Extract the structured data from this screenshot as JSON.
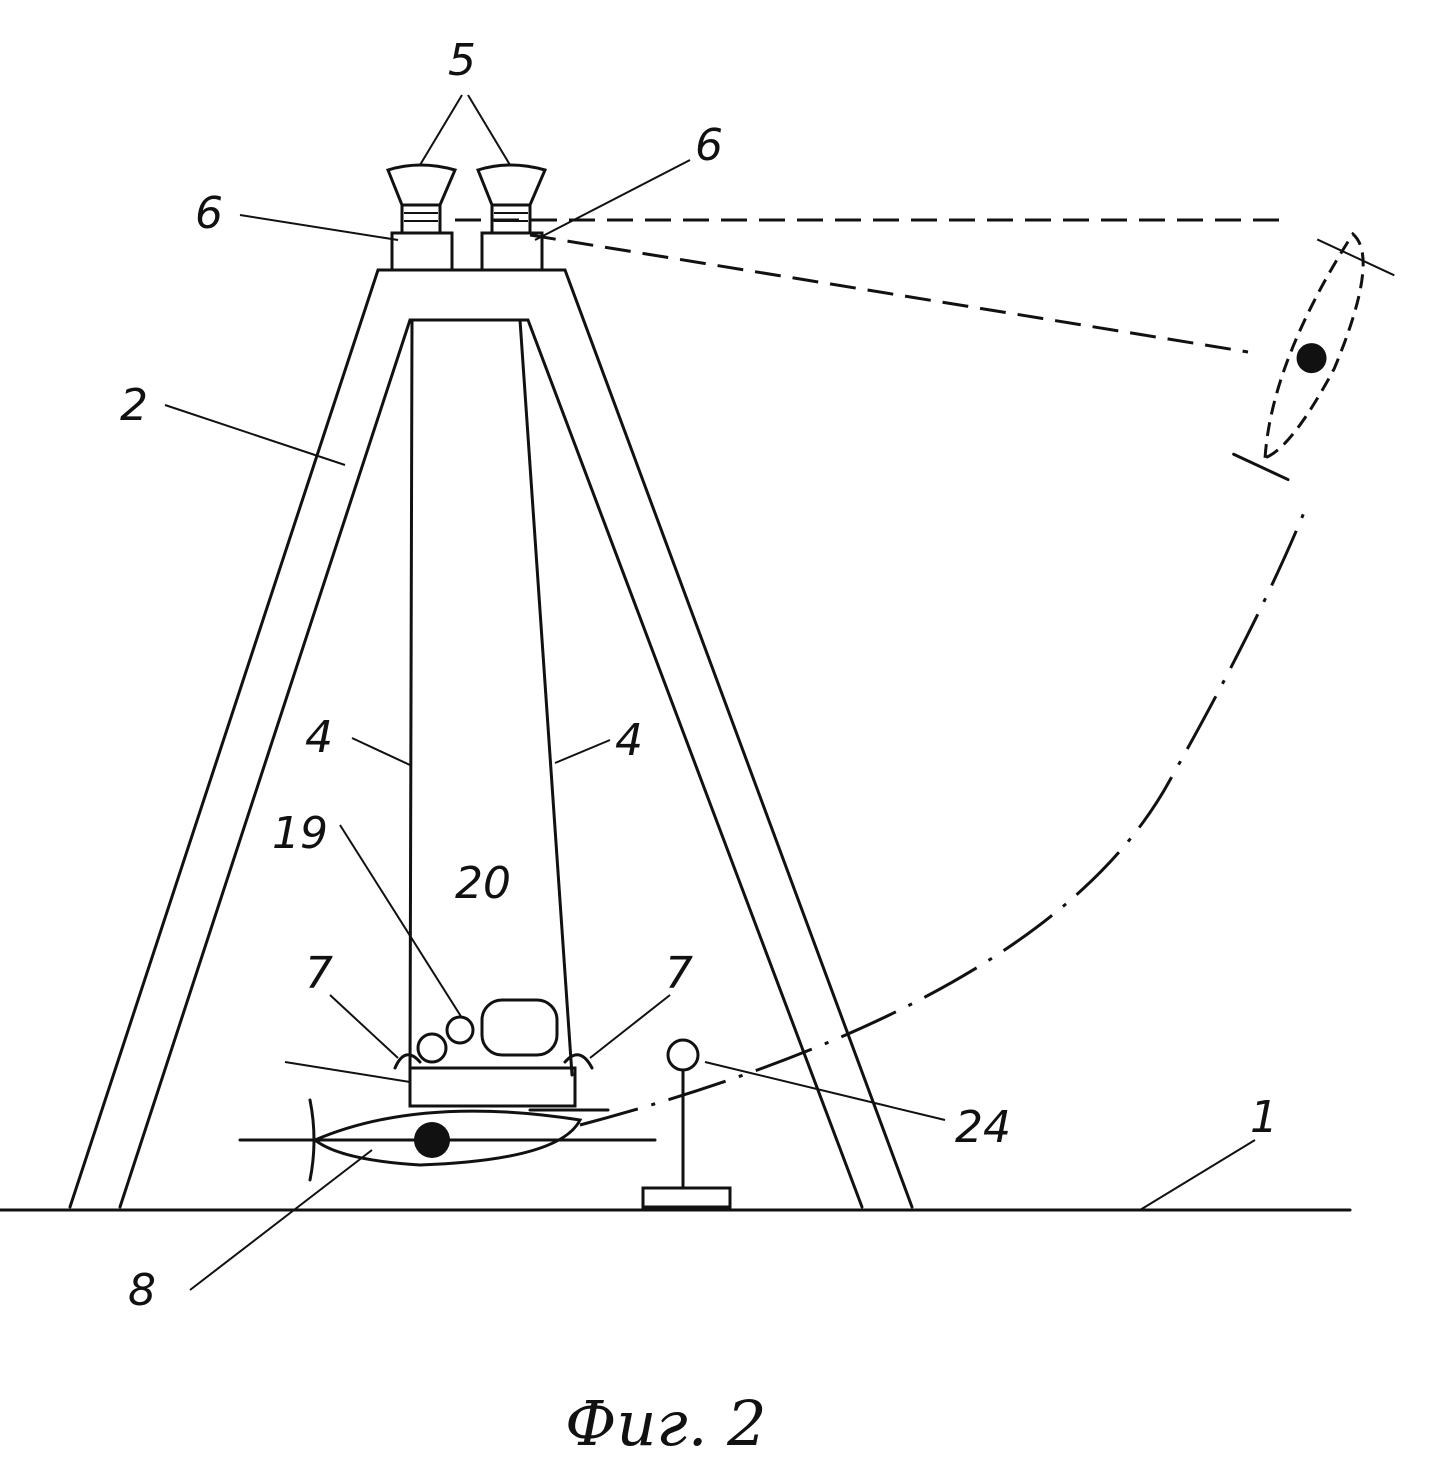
{
  "figure": {
    "caption": "Фиг. 2",
    "labels": {
      "winches": "5",
      "drive_left": "6",
      "drive_right": "6",
      "tower": "2",
      "cable_left": "4",
      "cable_right": "4",
      "part_19": "19",
      "part_20": "20",
      "gripper_left": "7",
      "gripper_right": "7",
      "pole": "24",
      "ground": "1",
      "aircraft": "8"
    }
  }
}
